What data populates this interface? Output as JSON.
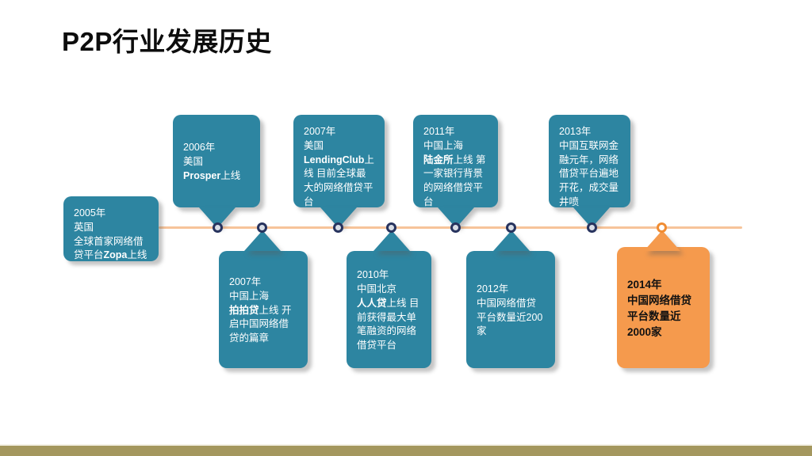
{
  "slide": {
    "title": "P2P行业发展历史",
    "background_color": "#ffffff",
    "accent_color": "#f59a4d",
    "primary_color": "#2d85a1",
    "axis_color": "#f7c49a",
    "marker_color": "#27335e",
    "footer_bar_color": "#a4975e"
  },
  "timeline": {
    "axis_label": "",
    "markers": [
      {
        "id": "marker-2006",
        "year": "2006",
        "highlight": false
      },
      {
        "id": "marker-2007-cn",
        "year": "2007",
        "highlight": false
      },
      {
        "id": "marker-2007-us",
        "year": "2007",
        "highlight": false
      },
      {
        "id": "marker-2010",
        "year": "2010",
        "highlight": false
      },
      {
        "id": "marker-2011",
        "year": "2011",
        "highlight": false
      },
      {
        "id": "marker-2012",
        "year": "2012",
        "highlight": false
      },
      {
        "id": "marker-2013",
        "year": "2013",
        "highlight": false
      },
      {
        "id": "marker-2014",
        "year": "2014",
        "highlight": true
      }
    ],
    "events": [
      {
        "id": "event-2005",
        "year": "2005年",
        "region": "英国",
        "position": "left-of-axis",
        "highlight": false,
        "text_plain": "2005年\n英国\n全球首家网络借贷平台Zopa上线",
        "text_html": "2005年\n英国\n全球首家网络借贷平台<b>Zopa</b>上线"
      },
      {
        "id": "event-2006",
        "year": "2006年",
        "region": "美国",
        "position": "above",
        "highlight": false,
        "text_plain": "2006年\n美国\nProsper上线",
        "text_html": "2006年\n美国\n<b>Prosper</b>上线"
      },
      {
        "id": "event-2007-cn",
        "year": "2007年",
        "region": "中国上海",
        "position": "below",
        "highlight": false,
        "text_plain": "2007年\n中国上海\n拍拍贷上线 开启中国网络借贷的篇章",
        "text_html": "2007年\n中国上海\n<b>拍拍贷</b>上线 开启中国网络借贷的篇章"
      },
      {
        "id": "event-2007-us",
        "year": "2007年",
        "region": "美国",
        "position": "above",
        "highlight": false,
        "text_plain": "2007年\n美国\nLendingClub上线 目前全球最大的网络借贷平台",
        "text_html": "2007年\n美国\n<b>LendingClub</b>上线 目前全球最大的网络借贷平台"
      },
      {
        "id": "event-2010",
        "year": "2010年",
        "region": "中国北京",
        "position": "below",
        "highlight": false,
        "text_plain": "2010年\n中国北京\n人人贷上线 目前获得最大单笔融资的网络借贷平台",
        "text_html": "2010年\n中国北京\n<b>人人贷</b>上线 目前获得最大单笔融资的网络借贷平台"
      },
      {
        "id": "event-2011",
        "year": "2011年",
        "region": "中国上海",
        "position": "above",
        "highlight": false,
        "text_plain": "2011年\n中国上海\n陆金所上线 第一家银行背景的网络借贷平台",
        "text_html": "2011年\n中国上海\n<b>陆金所</b>上线 第一家银行背景的网络借贷平台"
      },
      {
        "id": "event-2012",
        "year": "2012年",
        "region": "中国",
        "position": "below",
        "highlight": false,
        "text_plain": "2012年\n中国网络借贷平台数量近200家",
        "text_html": "2012年\n中国网络借贷平台数量近200家"
      },
      {
        "id": "event-2013",
        "year": "2013年",
        "region": "中国",
        "position": "above",
        "highlight": false,
        "text_plain": "2013年\n中国互联网金融元年，网络借贷平台遍地开花，成交量井喷",
        "text_html": "2013年\n中国互联网金融元年，网络借贷平台遍地开花，成交量井喷"
      },
      {
        "id": "event-2014",
        "year": "2014年",
        "region": "中国",
        "position": "below",
        "highlight": true,
        "text_plain": "2014年\n中国网络借贷平台数量近2000家",
        "text_html": "2014年\n中国网络借贷平台数量近2000家"
      }
    ]
  },
  "footer": {
    "mark": ""
  }
}
